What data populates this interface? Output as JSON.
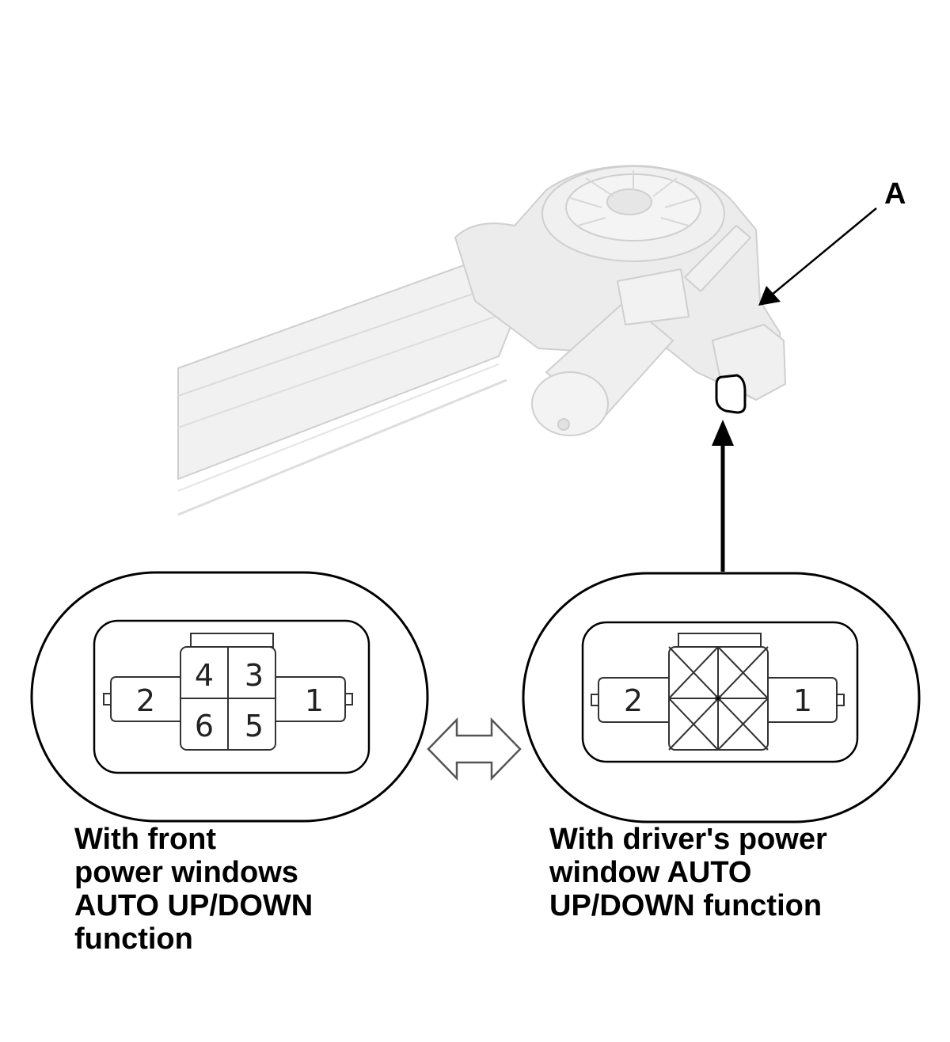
{
  "callout": {
    "label": "A"
  },
  "connector_left": {
    "pins": {
      "p1": "1",
      "p2": "2",
      "p3": "3",
      "p4": "4",
      "p5": "5",
      "p6": "6"
    }
  },
  "connector_right": {
    "pins": {
      "p1": "1",
      "p2": "2"
    }
  },
  "captions": {
    "left": [
      "With front",
      "power windows",
      "AUTO UP/DOWN",
      "function"
    ],
    "right": [
      "With driver's power",
      "window AUTO",
      "UP/DOWN function"
    ]
  },
  "colors": {
    "line": "#000000",
    "part_fill": "#ededed",
    "part_stroke": "#cfcfcf"
  }
}
